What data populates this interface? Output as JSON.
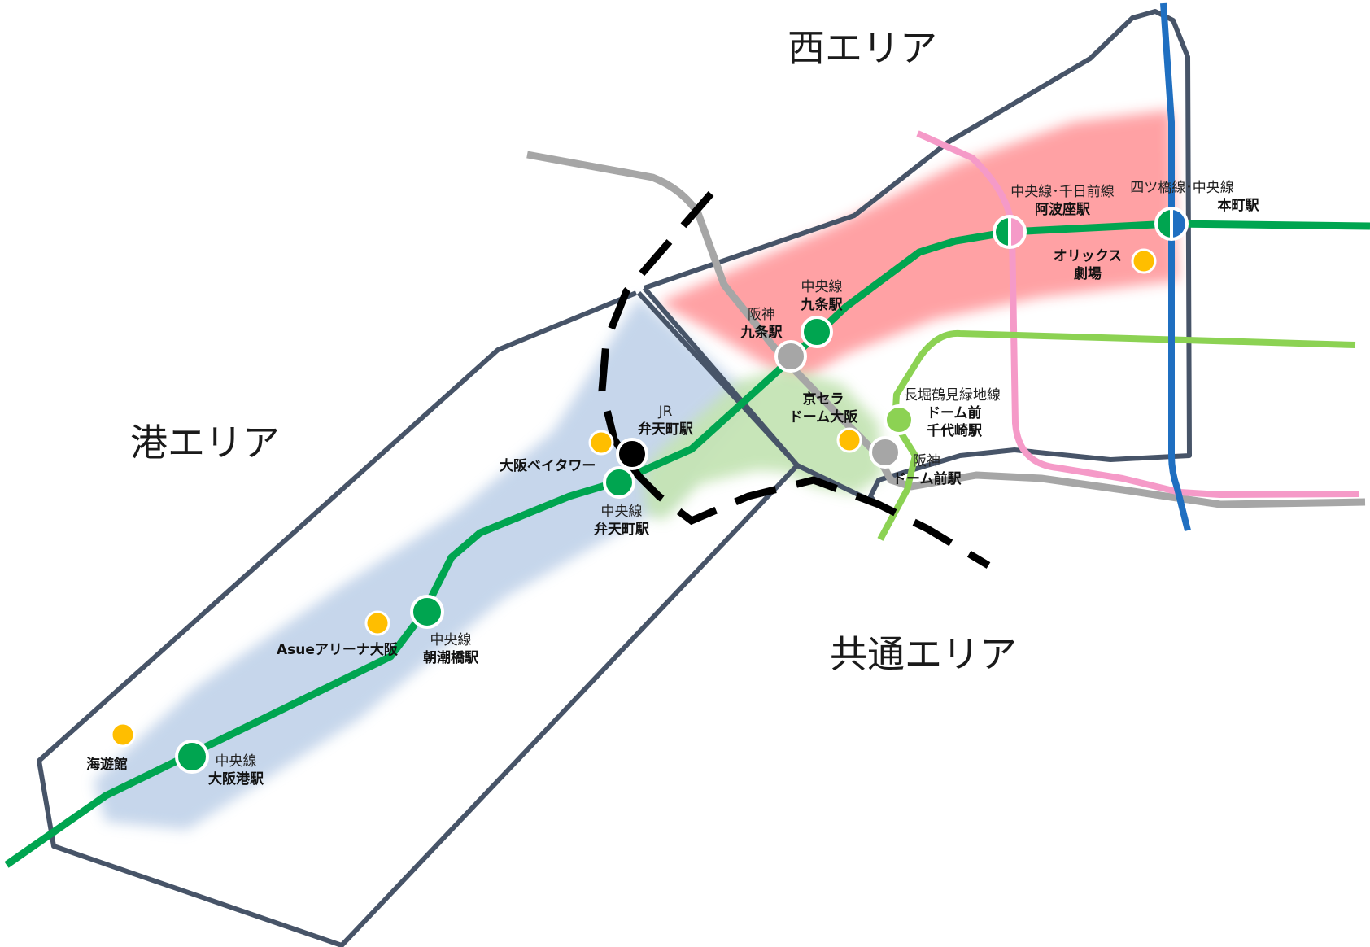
{
  "colors": {
    "chuo_line": "#00a550",
    "hanshin_line": "#a6a6a6",
    "yotsubashi_line": "#1f6fc1",
    "sennichimae_line": "#f59ac8",
    "nagahori_line": "#8cd253",
    "boundary": "#475468",
    "west_area": "#ff9da0",
    "port_area": "#c3d4ea",
    "common_area": "#c5e4b5",
    "spot": "#ffbe00",
    "jr": "#000000"
  },
  "areas": {
    "west": "西エリア",
    "port": "港エリア",
    "common": "共通エリア"
  },
  "stations": {
    "motomachi": {
      "line": "四ツ橋線･中央線",
      "name": "本町駅"
    },
    "awaza": {
      "line": "中央線･千日前線",
      "name": "阿波座駅"
    },
    "kujo_chuo": {
      "line": "中央線",
      "name": "九条駅"
    },
    "kujo_hanshin": {
      "line": "阪神",
      "name": "九条駅"
    },
    "dome_chiyozaki": {
      "line": "長堀鶴見緑地線",
      "name1": "ドーム前",
      "name2": "千代崎駅"
    },
    "dome_hanshin": {
      "line": "阪神",
      "name": "ドーム前駅"
    },
    "bentencho_jr": {
      "line": "JR",
      "name": "弁天町駅"
    },
    "bentencho_chuo": {
      "line": "中央線",
      "name": "弁天町駅"
    },
    "asashiobashi": {
      "line": "中央線",
      "name": "朝潮橋駅"
    },
    "osakako": {
      "line": "中央線",
      "name": "大阪港駅"
    }
  },
  "spots": {
    "orix_1": "オリックス",
    "orix_2": "劇場",
    "kyocera_1": "京セラ",
    "kyocera_2": "ドーム大阪",
    "baytower": "大阪ベイタワー",
    "asue": "Asueアリーナ大阪",
    "kaiyukan": "海遊館"
  }
}
